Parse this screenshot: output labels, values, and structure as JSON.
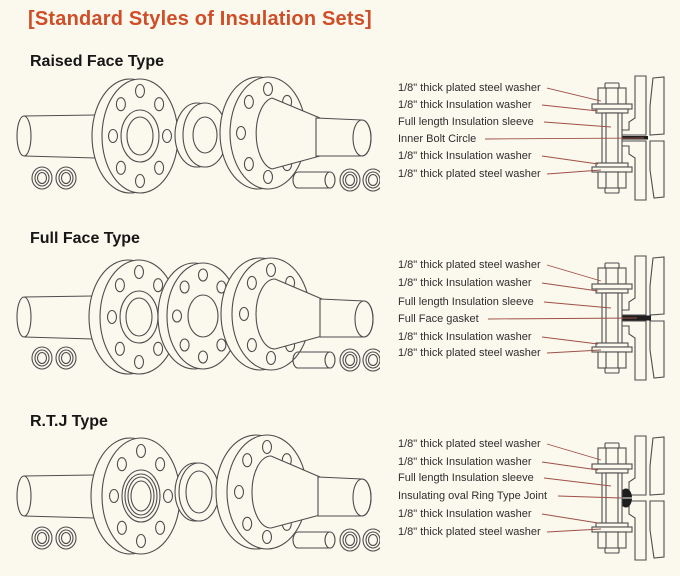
{
  "title": "[Standard Styles of Insulation Sets]",
  "colors": {
    "accent": "#cf4e28",
    "leader_line": "#9e5147",
    "drawing_line": "#4d4d4d",
    "background": "#fbf8ee"
  },
  "sections": [
    {
      "heading": "Raised Face Type",
      "labels": [
        "1/8\" thick plated steel washer",
        "1/8\" thick Insulation washer",
        "Full length Insulation sleeve",
        "Inner Bolt Circle",
        "1/8\" thick Insulation washer",
        "1/8\" thick plated steel washer"
      ]
    },
    {
      "heading": "Full Face Type",
      "labels": [
        "1/8\" thick plated steel washer",
        "1/8\" thick Insulation washer",
        "Full length Insulation sleeve",
        "Full Face gasket",
        "1/8\" thick Insulation washer",
        "1/8\" thick plated steel washer"
      ]
    },
    {
      "heading": "R.T.J Type",
      "labels": [
        "1/8\" thick plated steel washer",
        "1/8\" thick Insulation washer",
        "Full length Insulation sleeve",
        "Insulating oval Ring Type Joint",
        "1/8\" thick Insulation washer",
        "1/8\" thick plated steel washer"
      ]
    }
  ]
}
